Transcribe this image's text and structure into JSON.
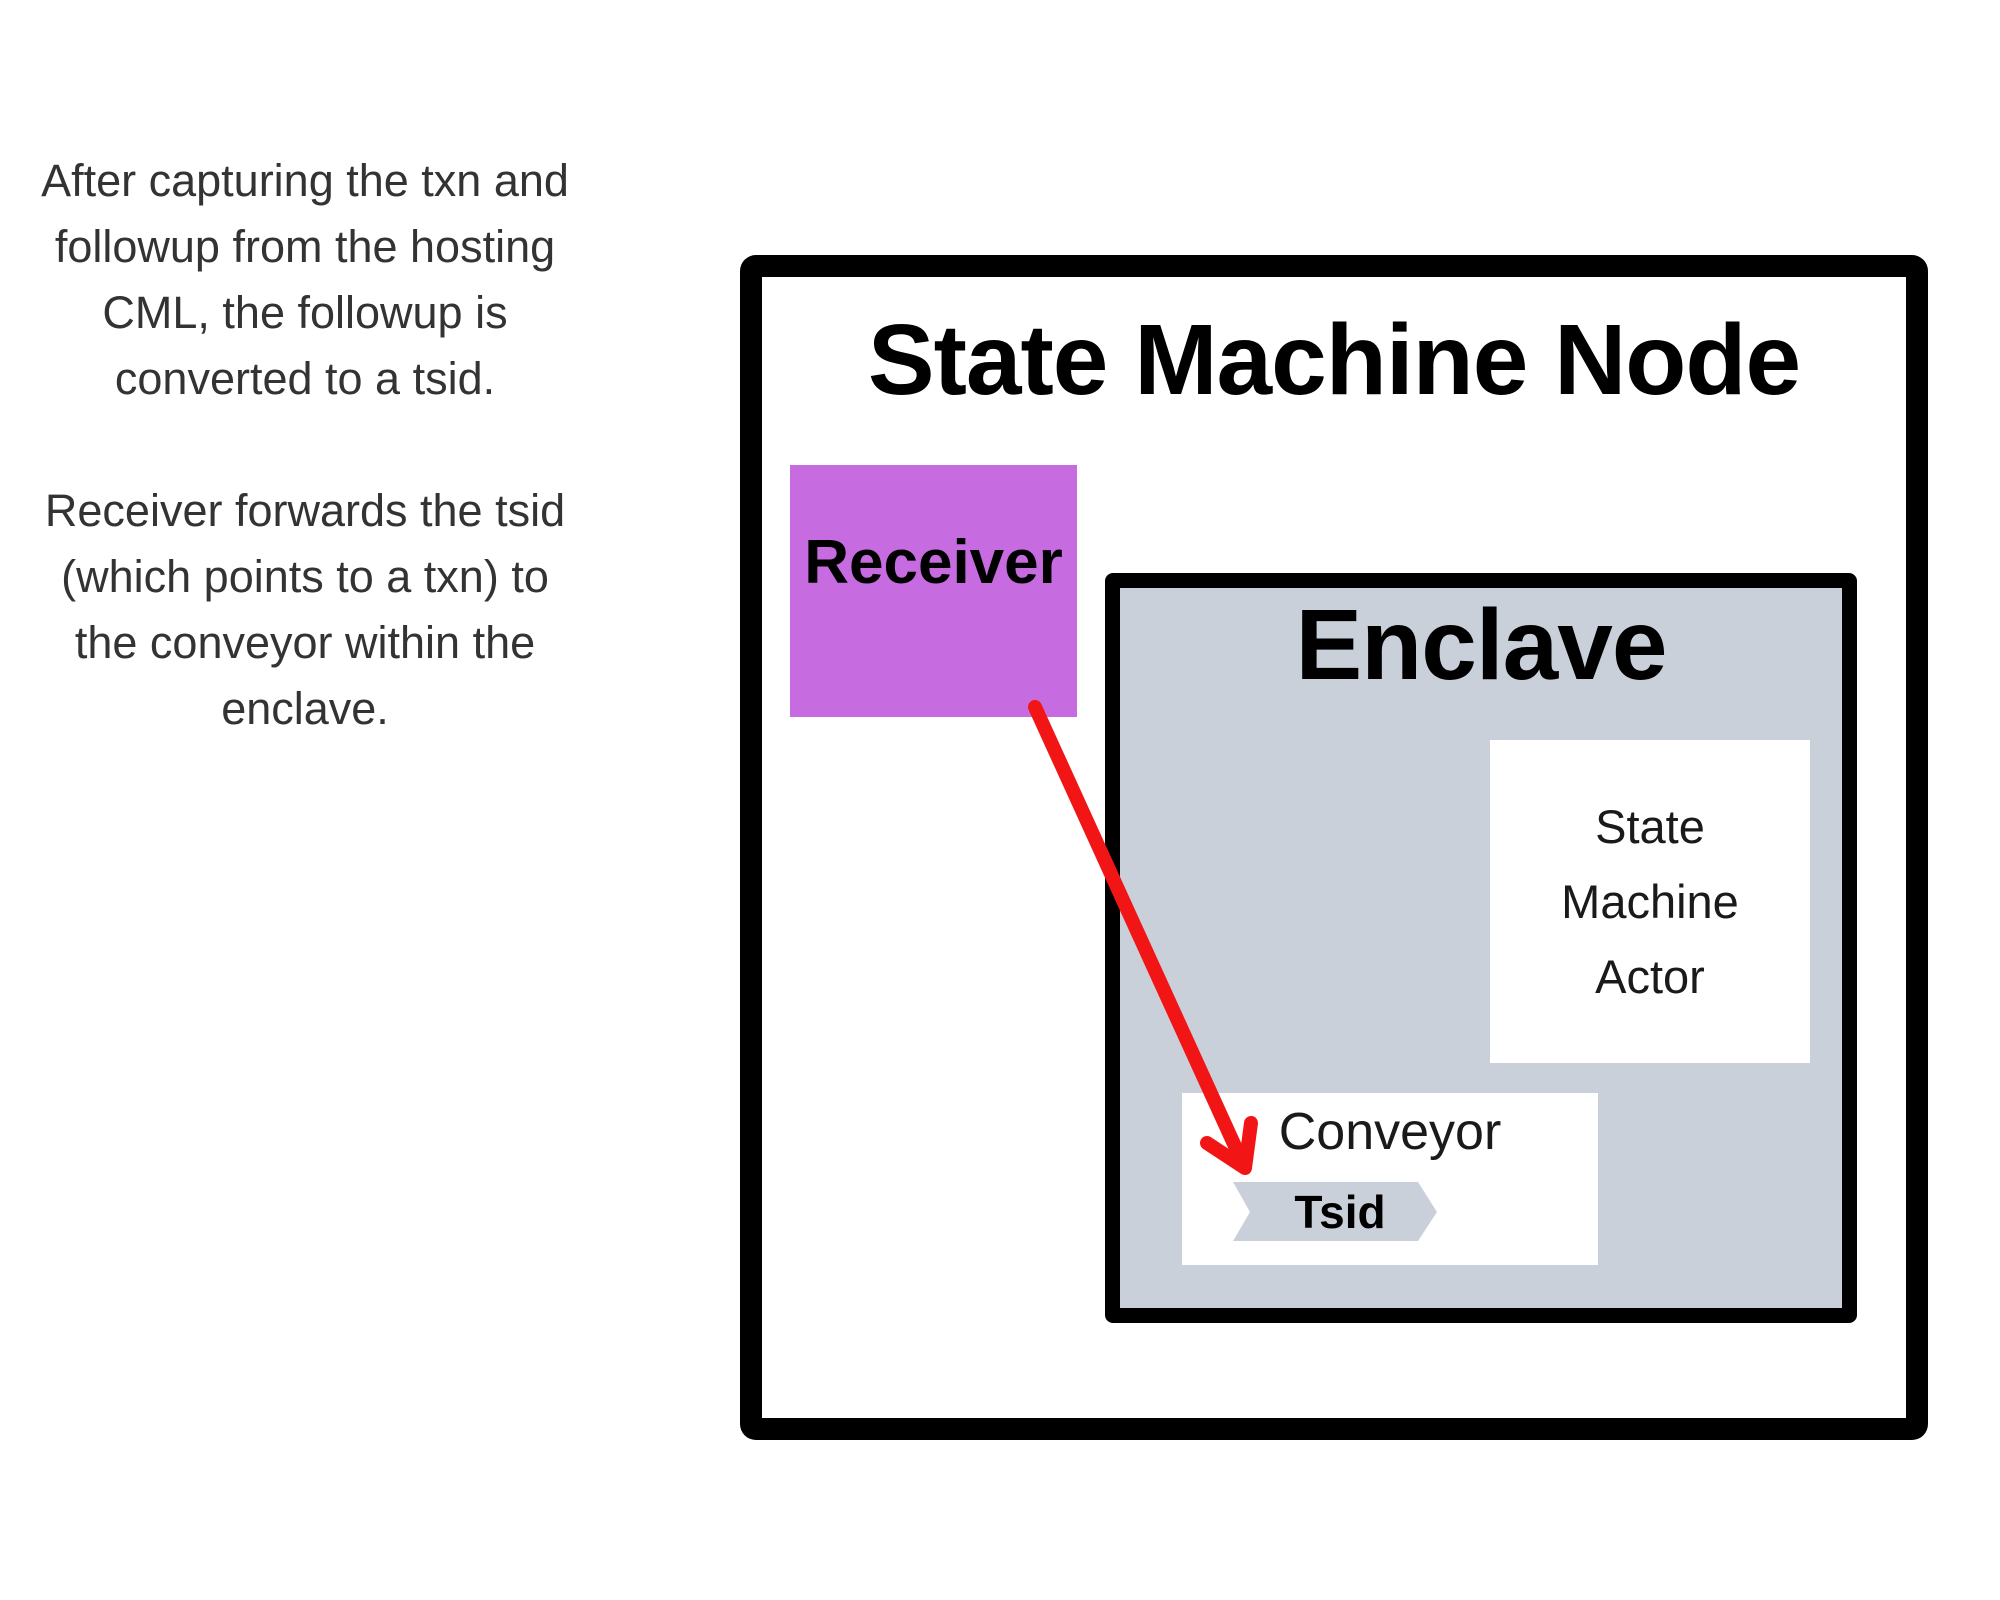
{
  "note": {
    "paragraphs": [
      "After capturing the txn and followup from the hosting CML, the followup is converted to a tsid.",
      "Receiver forwards the tsid (which points to a txn) to the conveyor within the enclave."
    ]
  },
  "diagram": {
    "title": "State Machine Node",
    "receiver": {
      "label": "Receiver"
    },
    "enclave": {
      "title": "Enclave",
      "actor": {
        "label": "State Machine Actor"
      },
      "conveyor": {
        "label": "Conveyor",
        "tsid": {
          "label": "Tsid"
        }
      }
    },
    "arrow": {
      "description": "red arrow from Receiver to Tsid in Conveyor"
    }
  },
  "colors": {
    "receiver_fill": "#c76be0",
    "enclave_fill": "#c9d0da",
    "arrow": "#f21515",
    "outline": "#000000",
    "note_text": "#333333"
  }
}
